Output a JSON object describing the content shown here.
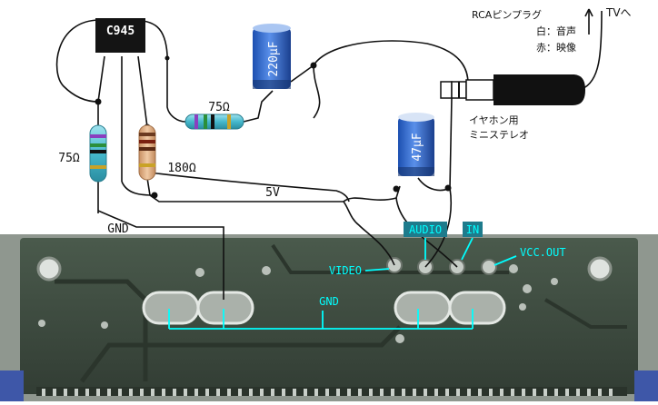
{
  "transistor": {
    "label": "C945",
    "color": "#111111"
  },
  "capacitors": [
    {
      "label": "220μF",
      "color": "#2a62c8"
    },
    {
      "label": "47μF",
      "color": "#2a62c8"
    }
  ],
  "resistors": {
    "top": {
      "label": "75Ω"
    },
    "left": {
      "label": "75Ω"
    },
    "right": {
      "label": "180Ω"
    }
  },
  "plug": {
    "rca_title": "RCAピンプラグ",
    "white_label": "白：音声",
    "red_label": "赤：映像",
    "tv_label": "TVへ",
    "jack_line1": "イヤホン用",
    "jack_line2": "ミニステレオ"
  },
  "wires": {
    "v5_label": "5V",
    "gnd_label": "GND"
  },
  "board": {
    "video_label": "VIDEO",
    "audio_label": "AUDIO",
    "in_label": "IN",
    "vcc_label": "VCC.OUT",
    "gnd_label": "GND",
    "callout_color": "#00ffff",
    "pcb_color": "#3d4a3f"
  }
}
